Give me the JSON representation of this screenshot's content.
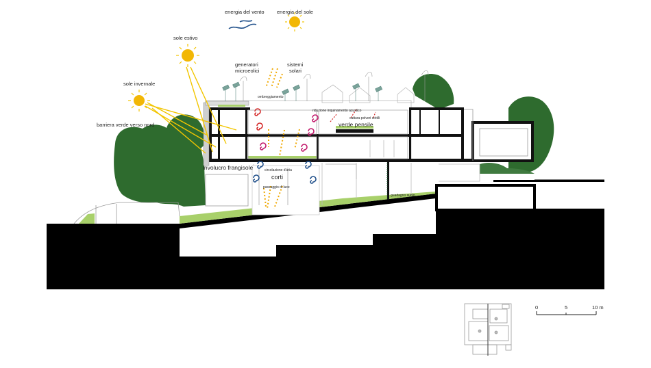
{
  "icons": {
    "wind": "wind-icon",
    "sun": "sun-icon",
    "spiral": "air-spiral-icon"
  },
  "colors": {
    "sun": "#f2b705",
    "sun_rays": "#f2c500",
    "wind": "#1f4f8a",
    "foliage": "#2e6b2e",
    "green_roof": "#a8d06a",
    "ground": "#000000",
    "wall": "#111111",
    "light_arrow": "#f0a800",
    "spiral_red": "#d42a2a",
    "spiral_magenta": "#c2186b",
    "spiral_blue": "#1f4f8a",
    "panel": "#7aa39a",
    "dotted_line": "#1a6b3a"
  },
  "legend": {
    "wind_energy": "energia del vento",
    "solar_energy": "energia del sole"
  },
  "labels": {
    "summer_sun": "sole estivo",
    "winter_sun": "sole invernale",
    "north_barrier": "barriera verde verso nord",
    "wind_generators_1": "generatori",
    "wind_generators_2": "microeolici",
    "solar_systems_1": "sistemi",
    "solar_systems_2": "solari",
    "shading": "ombreggiamento",
    "noise_reduction": "riduzione inquinamento acustico",
    "dust_capture": "cattura polveri sottili",
    "green_roof": "verde pensile",
    "windbreak": "involucro frangisole",
    "air_circulation": "circolazione d'aria",
    "courtyards": "corti",
    "light_passage": "passaggio di luce",
    "soil_drainage": "guadagno suolo"
  },
  "scale_bar": {
    "ticks": [
      "0",
      "5",
      "10 m"
    ]
  }
}
